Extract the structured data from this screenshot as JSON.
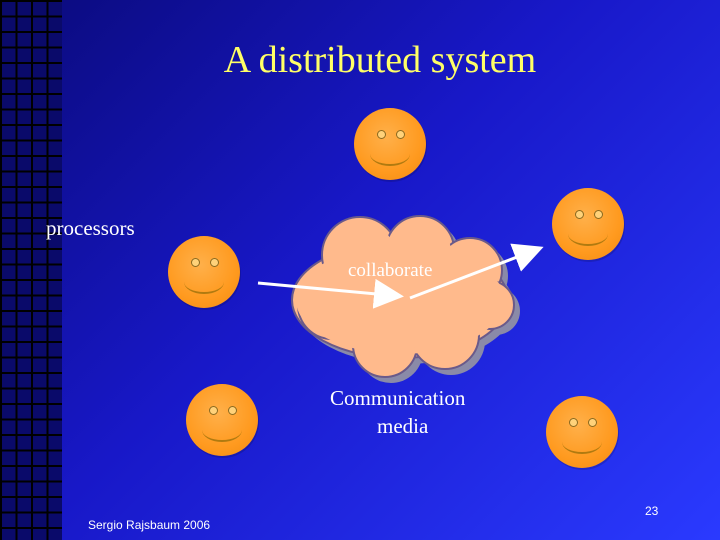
{
  "title": "A distributed system",
  "labels": {
    "processors": "processors",
    "collaborate": "collaborate",
    "communication": "Communication",
    "media": "media"
  },
  "footer": {
    "author": "Sergio Rajsbaum 2006",
    "page_number": "23"
  },
  "colors": {
    "background": "#1a1ad0",
    "title": "#ffff66",
    "smiley": "#ff9a1f",
    "cloud": "#ffb98a",
    "arrow": "#ffffff"
  },
  "icons": [
    "smiley-face-icon",
    "cloud-icon",
    "arrow-icon"
  ]
}
